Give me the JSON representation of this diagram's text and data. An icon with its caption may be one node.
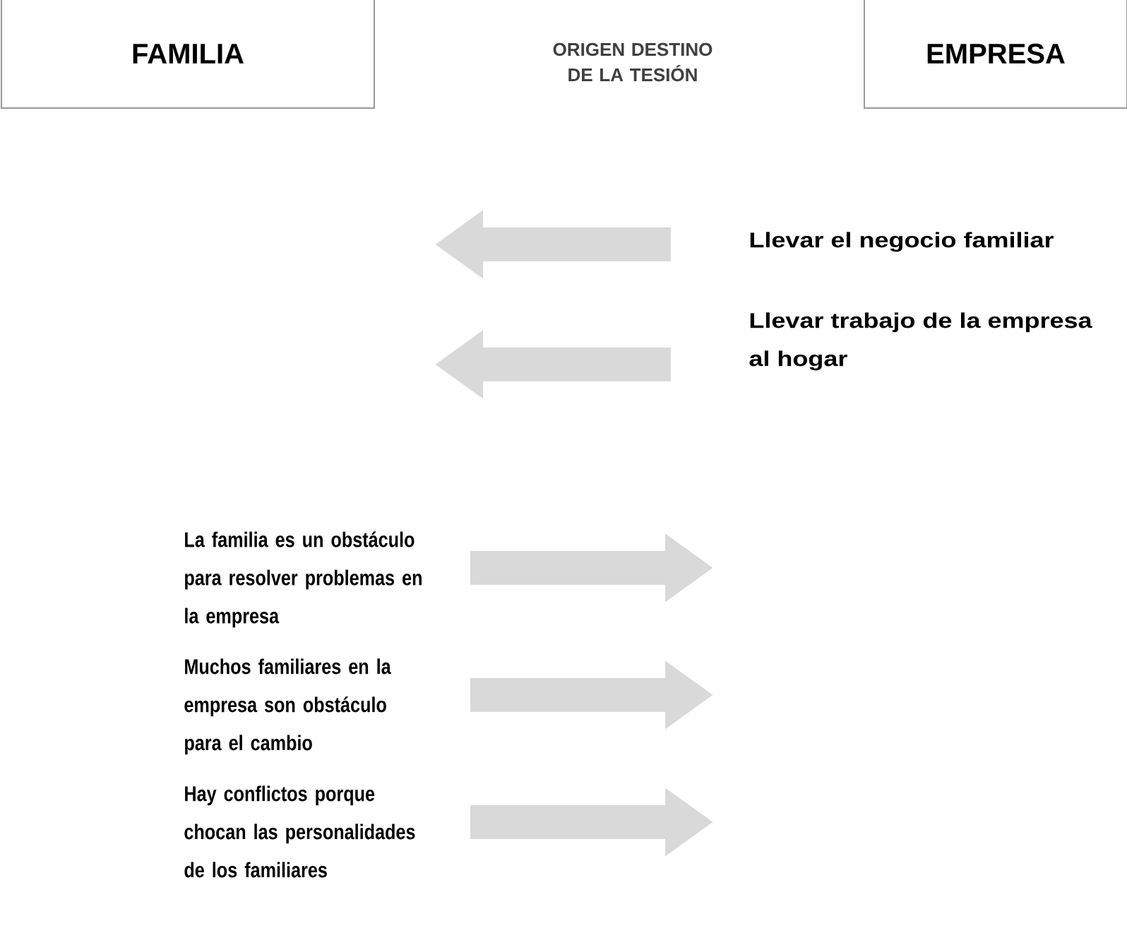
{
  "diagram": {
    "nodes": [
      {
        "text": [
          "FAMILIA"
        ]
      },
      {
        "text": [
          "EMPRESA"
        ]
      }
    ],
    "labels": [
      "ORIGEN DESTINO DE LA TESIÓN",
      "Llevar el negocio familiar",
      "Llevar trabajo de la empresa al hogar",
      "La familia es un obstáculo para resolver problemas en la empresa",
      "Muchos familiares en la empresa son obstáculo para el cambio",
      "Hay conflictos porque chocan las personalidades de los familiares"
    ]
  }
}
